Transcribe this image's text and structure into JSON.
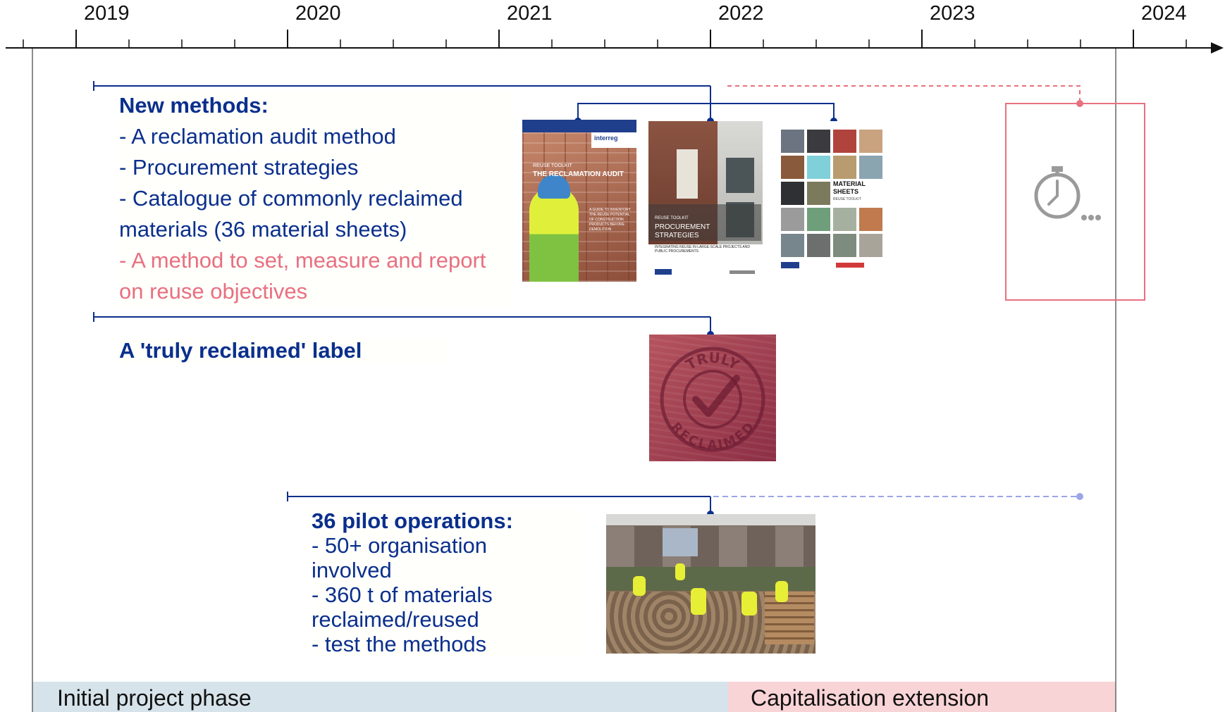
{
  "axis": {
    "years": [
      "2019",
      "2020",
      "2021",
      "2022",
      "2023",
      "2024"
    ]
  },
  "methods": {
    "heading": "New methods:",
    "items": [
      "- A reclamation audit method",
      "- Procurement strategies",
      "- Catalogue of commonly reclaimed",
      "materials (36 material sheets)"
    ],
    "future_items": [
      "- A method to set, measure and report",
      "on reuse objectives"
    ]
  },
  "label_item": {
    "heading": "A 'truly reclaimed' label",
    "stamp_text_top": "TRULY",
    "stamp_text_bottom": "RECLAIMED"
  },
  "pilots": {
    "heading": "36 pilot operations:",
    "items": [
      "- 50+ organisation",
      "involved",
      "- 360 t of materials",
      "reclaimed/reused",
      "- test the methods"
    ]
  },
  "documents": {
    "audit": {
      "brand": "interreg",
      "series": "REUSE TOOLKIT",
      "title": "THE RECLAMATION AUDIT",
      "subtitle": "A GUIDE TO INVENTORY THE REUSE POTENTIAL OF CONSTRUCTION PRODUCTS BEFORE DEMOLITION"
    },
    "procurement": {
      "series": "REUSE TOOLKIT",
      "title_line1": "PROCUREMENT",
      "title_line2": "STRATEGIES",
      "subtitle": "INTEGRATING REUSE IN LARGE-SCALE PROJECTS AND PUBLIC PROCUREMENTS"
    },
    "sheets": {
      "title_line1": "MATERIAL",
      "title_line2": "SHEETS",
      "series": "REUSE TOOLKIT"
    }
  },
  "phases": {
    "initial": "Initial project phase",
    "extension": "Capitalisation extension"
  },
  "colors": {
    "blue": "#0a2f8c",
    "pink": "#e8707f",
    "light_blue_dash": "#9aa6e6",
    "initial_band": "#d6e3ea",
    "extension_band": "#f9d4d6"
  },
  "icons": [
    "stopwatch-icon",
    "ellipsis-icon"
  ]
}
